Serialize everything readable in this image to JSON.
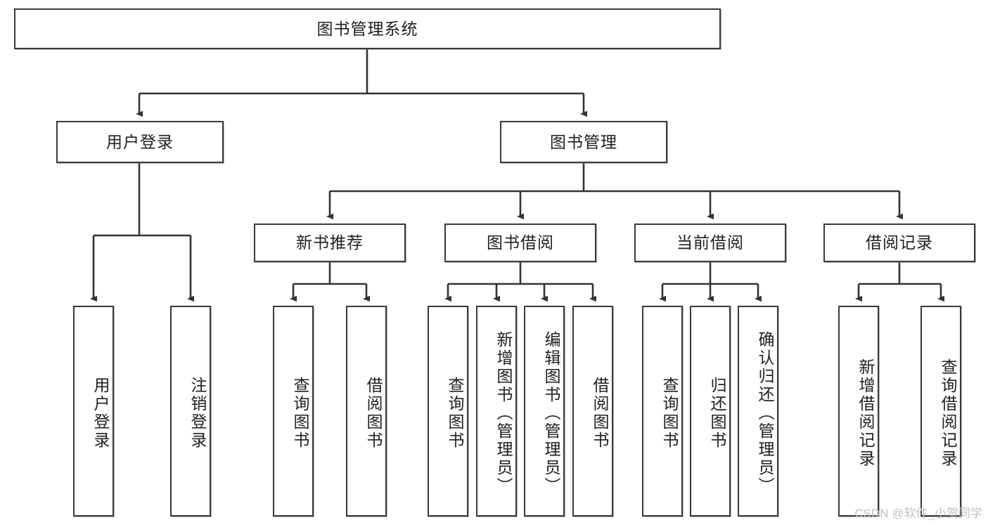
{
  "diagram": {
    "title": "图书管理系统",
    "type": "hierarchy-tree",
    "watermark": "CSDN @软件_小贺同学",
    "colors": {
      "background": "#ffffff",
      "box_border": "#3a3a3a",
      "box_fill": "#ffffff",
      "connector": "#333333",
      "text": "#1f1f1f",
      "watermark": "#c2c2c2"
    },
    "levels": {
      "root": {
        "label": "图书管理系统"
      },
      "level2": [
        {
          "id": "user-login",
          "label": "用户登录"
        },
        {
          "id": "book-management",
          "label": "图书管理"
        }
      ],
      "level3": [
        {
          "id": "new-book-recommend",
          "label": "新书推荐",
          "parent": "book-management"
        },
        {
          "id": "book-borrow",
          "label": "图书借阅",
          "parent": "book-management"
        },
        {
          "id": "current-borrow",
          "label": "当前借阅",
          "parent": "book-management"
        },
        {
          "id": "borrow-record",
          "label": "借阅记录",
          "parent": "book-management"
        }
      ],
      "leaves": [
        {
          "id": "leaf-user-login",
          "label": "用户登录",
          "parent": "user-login"
        },
        {
          "id": "leaf-logout-login",
          "label": "注销登录",
          "parent": "user-login"
        },
        {
          "id": "leaf-query-book-1",
          "label": "查询图书",
          "parent": "new-book-recommend"
        },
        {
          "id": "leaf-borrow-book-1",
          "label": "借阅图书",
          "parent": "new-book-recommend"
        },
        {
          "id": "leaf-query-book-2",
          "label": "查询图书",
          "parent": "book-borrow"
        },
        {
          "id": "leaf-add-book",
          "label": "新增图书（管理员）",
          "parent": "book-borrow"
        },
        {
          "id": "leaf-edit-book",
          "label": "编辑图书（管理员）",
          "parent": "book-borrow"
        },
        {
          "id": "leaf-borrow-book-2",
          "label": "借阅图书",
          "parent": "book-borrow"
        },
        {
          "id": "leaf-query-book-3",
          "label": "查询图书",
          "parent": "current-borrow"
        },
        {
          "id": "leaf-return-book",
          "label": "归还图书",
          "parent": "current-borrow"
        },
        {
          "id": "leaf-confirm-return",
          "label": "确认归还（管理员）",
          "parent": "current-borrow"
        },
        {
          "id": "leaf-add-borrow-record",
          "label": "新增借阅记录",
          "parent": "borrow-record"
        },
        {
          "id": "leaf-query-borrow-record",
          "label": "查询借阅记录",
          "parent": "borrow-record"
        }
      ]
    }
  }
}
